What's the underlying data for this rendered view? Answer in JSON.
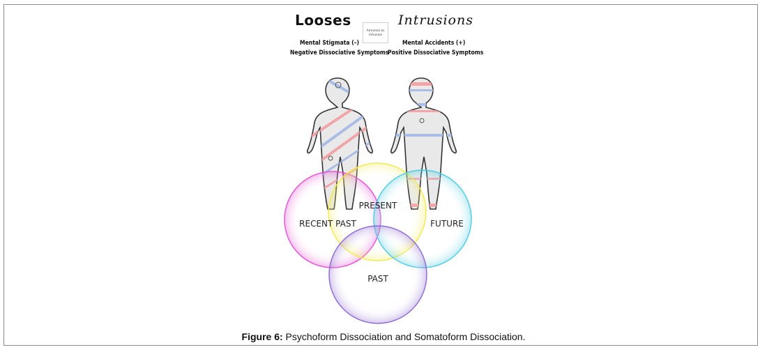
{
  "header": {
    "left_title": "Looses",
    "right_title": "Intrusions",
    "center_box_text": "Amnesia as intrusion"
  },
  "left_column": {
    "line1": "Mental Stigmata (–)",
    "line2": "Negative Dissociative Symptoms"
  },
  "right_column": {
    "line1": "Mental Accidents (+)",
    "line2": "Positive Dissociative Symptoms"
  },
  "venn": {
    "circles": [
      {
        "label": "RECENT PAST",
        "color": "#e24bd0"
      },
      {
        "label": "PRESENT",
        "color": "#f2e94a"
      },
      {
        "label": "FUTURE",
        "color": "#44c9e0"
      },
      {
        "label": "PAST",
        "color": "#8a63cf"
      }
    ]
  },
  "caption": {
    "label": "Figure 6:",
    "text": " Psychoform Dissociation and Somatoform Dissociation."
  }
}
